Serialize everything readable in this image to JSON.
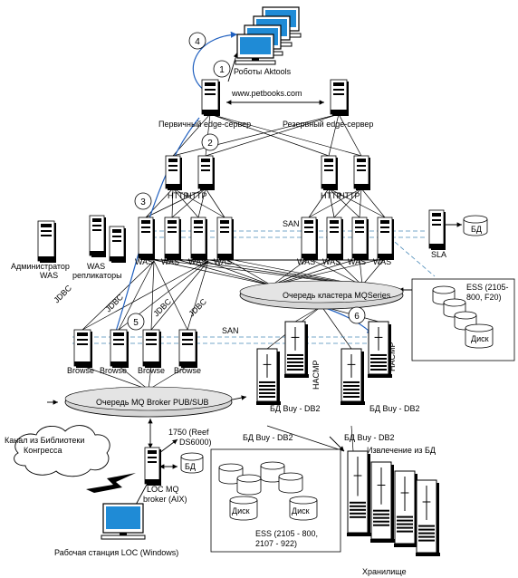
{
  "labels": {
    "robots": "Роботы Aktools",
    "website": "www.petbooks.com",
    "primary_edge": "Первичный edge-сервер",
    "backup_edge": "Резервный edge-сервер",
    "http": "HTTP",
    "san": "SAN",
    "was": "WAS",
    "admin_was": [
      "Администратор",
      "WAS"
    ],
    "was_replicators": [
      "WAS",
      "репликаторы"
    ],
    "sla": "SLA",
    "db": "БД",
    "ess_top": [
      "ESS (2105-",
      "800, F20)"
    ],
    "disk": "Диск",
    "mq_cluster": "Очередь кластера MQSeries",
    "jdbc": "JDBC",
    "browse": "Browse",
    "mq_broker": "Очередь MQ Broker PUB/SUB",
    "hacmp": "HACMP",
    "db_buy": "БД Buy - DB2",
    "ref_1750": [
      "1750 (Reef",
      "DS6000)"
    ],
    "loc_channel": [
      "Канал из Библиотеки",
      "Конгресса"
    ],
    "loc_broker": [
      "LOC MQ",
      "broker (AIX)"
    ],
    "extract": "Извлечение из БД",
    "ess_bottom": [
      "ESS (2105 - 800,",
      "2107 - 922)"
    ],
    "workstation": "Рабочая станция LOC (Windows)",
    "storage": "Хранилище"
  },
  "step_numbers": [
    "1",
    "2",
    "3",
    "4",
    "5",
    "6"
  ],
  "colors": {
    "line": "#000000",
    "blue_arrow": "#1f5fbf",
    "dashed_san": "#4a8ab8",
    "ellipse": "#d6d6d6",
    "screen": "#1f8bd6",
    "server": "#ffffff"
  },
  "icons": [
    "monitor-icon",
    "server-icon",
    "database-icon",
    "cloud-icon",
    "lightning-icon"
  ]
}
